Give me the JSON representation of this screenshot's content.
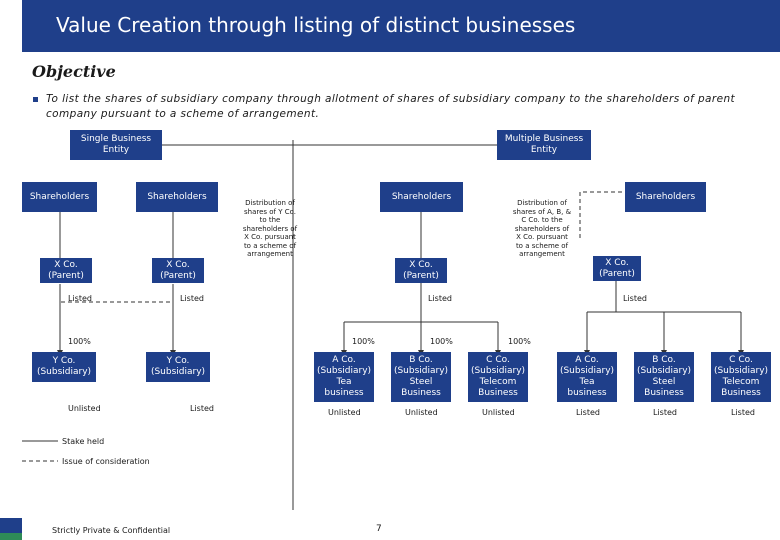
{
  "header": {
    "title": "Value Creation through listing of distinct businesses"
  },
  "objective": {
    "heading": "Objective",
    "text": "To list the shares of subsidiary company through allotment of shares of subsidiary company to the shareholders of parent company pursuant to a scheme of arrangement."
  },
  "diagram": {
    "single_entity": "Single Business Entity",
    "multiple_entity": "Multiple Business Entity",
    "shareholders": "Shareholders",
    "xco_parent": "X Co. (Parent)",
    "yco_sub": "Y Co. (Subsidiary)",
    "aco_sub": "A Co. (Subsidiary) Tea business",
    "bco_sub": "B Co. (Subsidiary) Steel Business",
    "cco_sub": "C Co. (Subsidiary) Telecom Business",
    "listed": "Listed",
    "unlisted": "Unlisted",
    "pct100": "100%",
    "dist_y": "Distribution of shares of Y Co. to the shareholders of X Co. pursuant to a scheme of arrangement",
    "dist_abc": "Distribution of shares of A, B, & C Co. to the shareholders of X Co. pursuant to a scheme of arrangement"
  },
  "legend": {
    "stake": "Stake held",
    "issue": "Issue of consideration"
  },
  "footer": {
    "confidential": "Strictly Private & Confidential",
    "page": "7"
  },
  "colors": {
    "box": "#1f3f8a",
    "logo_green": "#2e8b57"
  }
}
